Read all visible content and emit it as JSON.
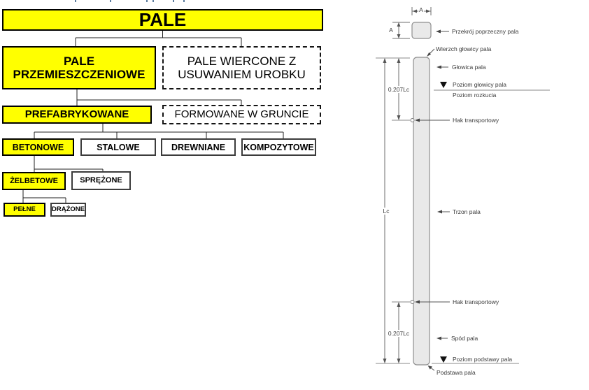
{
  "colors": {
    "highlight": "#ffff00",
    "box_border": "#000000",
    "pile_fill": "#e9e9e9",
    "diagram_line": "#7a7a7a",
    "diagram_text": "#3a3a3a"
  },
  "tree": {
    "root": {
      "label": "PALE"
    },
    "displacement": {
      "label": "PALE PRZEMIESZCZENIOWE"
    },
    "bored": {
      "label": "PALE WIERCONE Z USUWANIEM UROBKU"
    },
    "prefabricated": {
      "label": "PREFABRYKOWANE"
    },
    "formed_in_ground": {
      "label": "FORMOWANE W GRUNCIE"
    },
    "concrete": {
      "label": "BETONOWE"
    },
    "steel": {
      "label": "STALOWE"
    },
    "wooden": {
      "label": "DREWNIANE"
    },
    "composite": {
      "label": "KOMPOZYTOWE"
    },
    "reinforced_concrete": {
      "label": "ŻELBETOWE"
    },
    "prestressed": {
      "label": "SPRĘŻONE"
    },
    "solid": {
      "label": "PEŁNE"
    },
    "hollow": {
      "label": "DRĄŻONE"
    }
  },
  "pile": {
    "cross_section": "Przekrój poprzeczny pala",
    "top_of_head": "Wierzch głowicy pala",
    "head": "Głowica pala",
    "head_level": "Poziom głowicy pala",
    "stripping_level": "Poziom rozkucia",
    "hook_upper": "Hak transportowy",
    "shaft": "Trzon pala",
    "hook_lower": "Hak transportowy",
    "bottom": "Spód pala",
    "base_level": "Poziom podstawy pala",
    "base": "Podstawa pala",
    "dims": {
      "a_top": "A",
      "a_side": "A",
      "upper": "0.207Lc",
      "total": "Lc",
      "lower": "0.207Lc"
    }
  }
}
